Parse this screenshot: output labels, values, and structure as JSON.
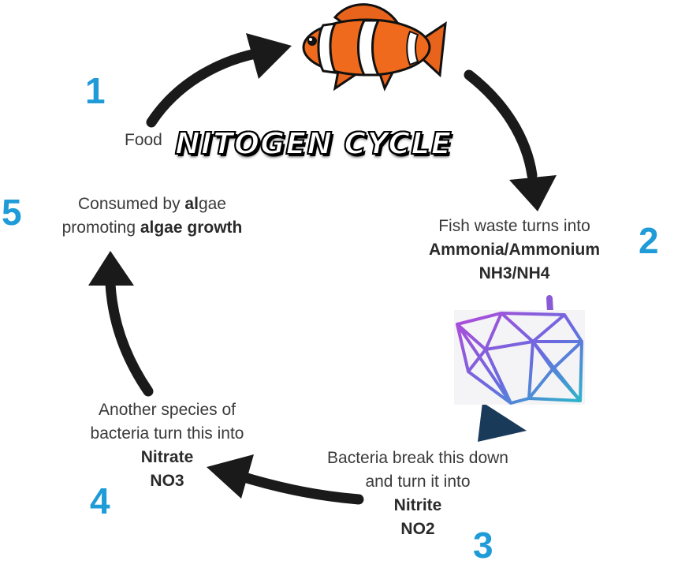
{
  "title": "NITOGEN CYCLE",
  "colors": {
    "arrow": "#1a1a1a",
    "step_number": "#1f9bd7",
    "text": "#3a3a3a"
  },
  "steps": [
    {
      "number": "1",
      "text": "Food"
    },
    {
      "number": "2",
      "line1": "Fish waste turns into",
      "line2": "Ammonia/Ammonium",
      "line3": "NH3/NH4"
    },
    {
      "number": "3",
      "line1": "Bacteria break this down",
      "line2": "and turn it into",
      "line3": "Nitrite",
      "line4": "NO2"
    },
    {
      "number": "4",
      "line1": "Another species of",
      "line2": "bacteria turn this into",
      "line3": "Nitrate",
      "line4": "NO3"
    },
    {
      "number": "5",
      "line1_prefix": "Consumed by ",
      "line1_bold": "al",
      "line1_suffix": "gae",
      "line2_prefix": "promoting ",
      "line2_bold": "algae growth"
    }
  ],
  "icons": {
    "fish": "clownfish-icon",
    "logo": "geometric-logo-icon"
  }
}
